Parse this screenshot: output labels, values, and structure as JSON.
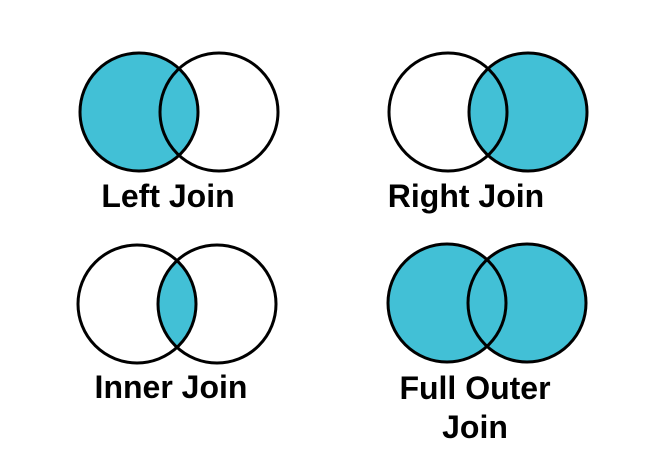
{
  "colors": {
    "fill": "#42C0D6",
    "circle_white": "#FFFFFF",
    "stroke": "#000000",
    "background": "#FFFFFF",
    "label_text": "#000000"
  },
  "joins": [
    {
      "id": "left-join",
      "label": "Left Join",
      "filled": "left"
    },
    {
      "id": "right-join",
      "label": "Right Join",
      "filled": "right"
    },
    {
      "id": "inner-join",
      "label": "Inner Join",
      "filled": "intersection"
    },
    {
      "id": "full-outer-join",
      "label": "Full Outer Join",
      "filled": "both"
    }
  ]
}
